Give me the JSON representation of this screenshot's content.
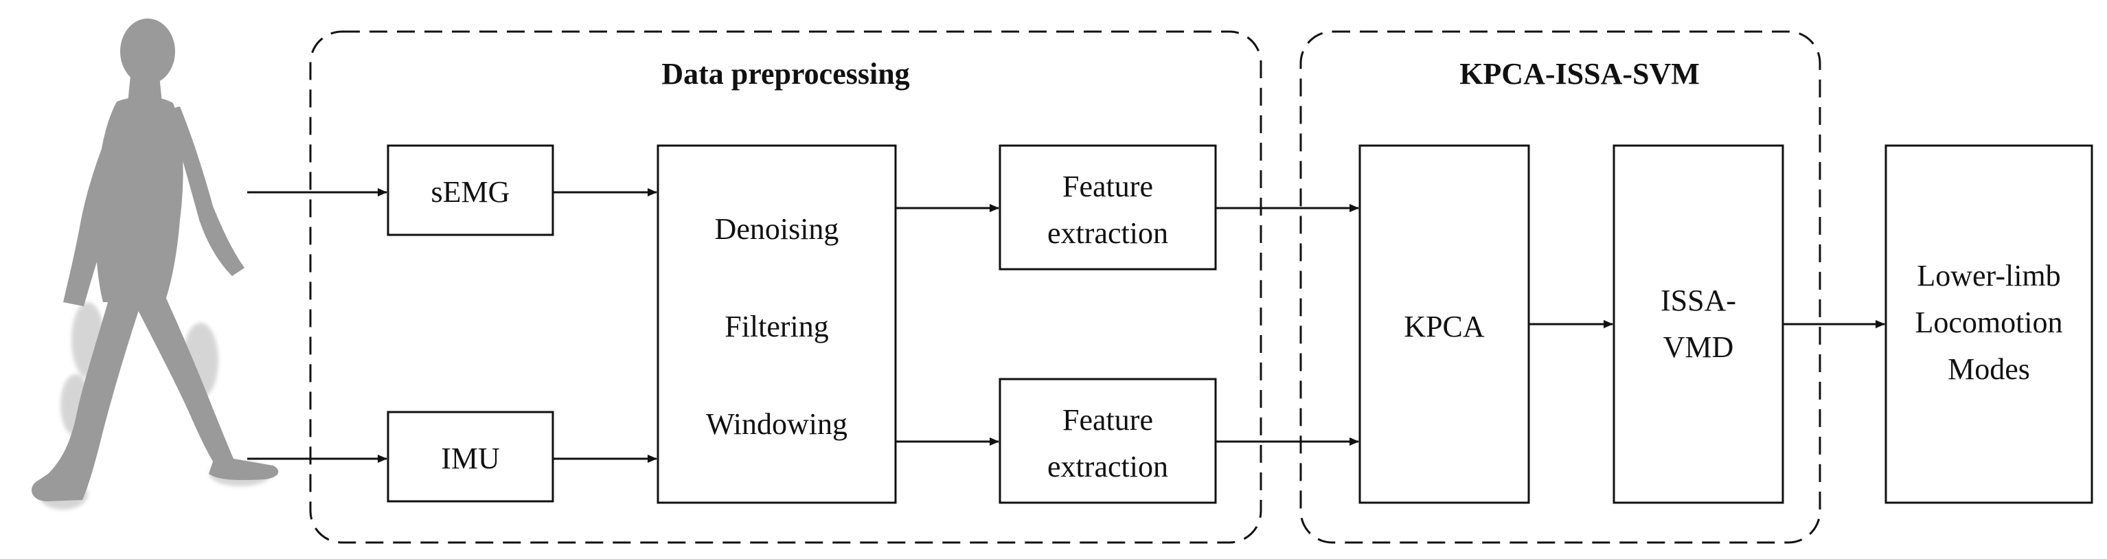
{
  "groups": {
    "preprocessing": {
      "title": "Data preprocessing"
    },
    "classifier": {
      "title": "KPCA-ISSA-SVM"
    }
  },
  "nodes": {
    "semg": {
      "label": "sEMG"
    },
    "imu": {
      "label": "IMU"
    },
    "preproc": {
      "lines": [
        "Denoising",
        "Filtering",
        "Windowing"
      ]
    },
    "feature_top": {
      "lines": [
        "Feature",
        "extraction"
      ]
    },
    "feature_bottom": {
      "lines": [
        "Feature",
        "extraction"
      ]
    },
    "kpca": {
      "label": "KPCA"
    },
    "issa_vmd": {
      "lines": [
        "ISSA-",
        "VMD"
      ]
    },
    "output": {
      "lines": [
        "Lower-limb",
        "Locomotion",
        "Modes"
      ]
    }
  },
  "colors": {
    "stroke": "#111111",
    "silhouette": "#9a9a9a"
  },
  "icons": {
    "walker": "walking-person-silhouette"
  }
}
